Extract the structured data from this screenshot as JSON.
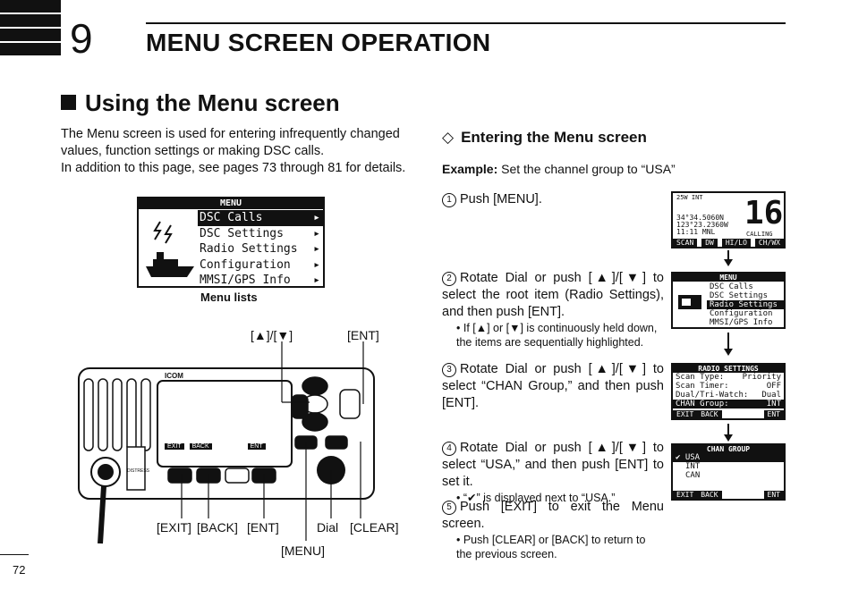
{
  "chapter": {
    "number": "9",
    "title": "MENU SCREEN OPERATION"
  },
  "section": {
    "title": "Using the Menu screen",
    "intro": [
      "The Menu screen is used for entering infrequently changed values, function settings or making DSC calls.",
      "In addition to this page, see pages 73 through 81 for details."
    ]
  },
  "menu_screen": {
    "header": "MENU",
    "items": [
      "DSC Calls",
      "DSC Settings",
      "Radio Settings",
      "Configuration",
      "MMSI/GPS Info"
    ],
    "selected": "DSC Calls",
    "caption": "Menu lists"
  },
  "radio": {
    "brand": "ICOM",
    "softkeys": [
      "EXIT",
      "BACK",
      "ENT"
    ],
    "distress_label": "DISTRESS",
    "labels": {
      "updown": "[▲]/[▼]",
      "ent_top": "[ENT]",
      "exit": "[EXIT]",
      "back": "[BACK]",
      "ent": "[ENT]",
      "dial": "Dial",
      "clear": "[CLEAR]",
      "menu": "[MENU]"
    }
  },
  "procedure": {
    "title": "Entering the Menu screen",
    "example_label": "Example:",
    "example_text": "Set the channel group to “USA”",
    "steps": [
      {
        "num": "1",
        "text": "Push [MENU]."
      },
      {
        "num": "2",
        "text": "Rotate Dial or push [▲]/[▼] to select the root item (Radio Settings), and then push [ENT].",
        "note": "• If [▲] or [▼] is continuously held down, the items are sequentially highlighted."
      },
      {
        "num": "3",
        "text": "Rotate Dial or push [▲]/[▼] to select “CHAN Group,” and then push [ENT]."
      },
      {
        "num": "4",
        "text": "Rotate Dial or push [▲]/[▼] to select “USA,” and then push [ENT] to set it.",
        "note": "• “✔” is displayed next to “USA.”"
      },
      {
        "num": "5",
        "text": "Push [EXIT] to exit the Menu screen.",
        "note": "• Push [CLEAR] or [BACK] to return to the previous screen."
      }
    ]
  },
  "screens": {
    "main": {
      "power": "25W",
      "mode": "INT",
      "channel": "16",
      "lat": "34°34.5060N",
      "lon": "123°23.2360W",
      "time": "11:11",
      "time_mode": "MNL",
      "status": "CALLING",
      "softkeys": [
        "SCAN",
        "DW",
        "HI/LO",
        "CH/WX"
      ]
    },
    "menu_small": {
      "header": "MENU",
      "items": [
        "DSC Calls",
        "DSC Settings",
        "Radio Settings",
        "Configuration",
        "MMSI/GPS Info"
      ],
      "selected": "Radio Settings"
    },
    "radio_settings": {
      "header": "RADIO SETTINGS",
      "rows": [
        {
          "label": "Scan Type:",
          "value": "Priority"
        },
        {
          "label": "Scan Timer:",
          "value": "OFF"
        },
        {
          "label": "Dual/Tri-Watch:",
          "value": "Dual"
        },
        {
          "label": "CHAN Group:",
          "value": "INT"
        }
      ],
      "selected": "CHAN Group:",
      "softkeys": [
        "EXIT",
        "BACK",
        "ENT"
      ]
    },
    "chan_group": {
      "header": "CHAN GROUP",
      "options": [
        "USA",
        "INT",
        "CAN"
      ],
      "selected": "USA",
      "check": "✔",
      "softkeys": [
        "EXIT",
        "BACK",
        "ENT"
      ]
    }
  },
  "page_number": "72"
}
